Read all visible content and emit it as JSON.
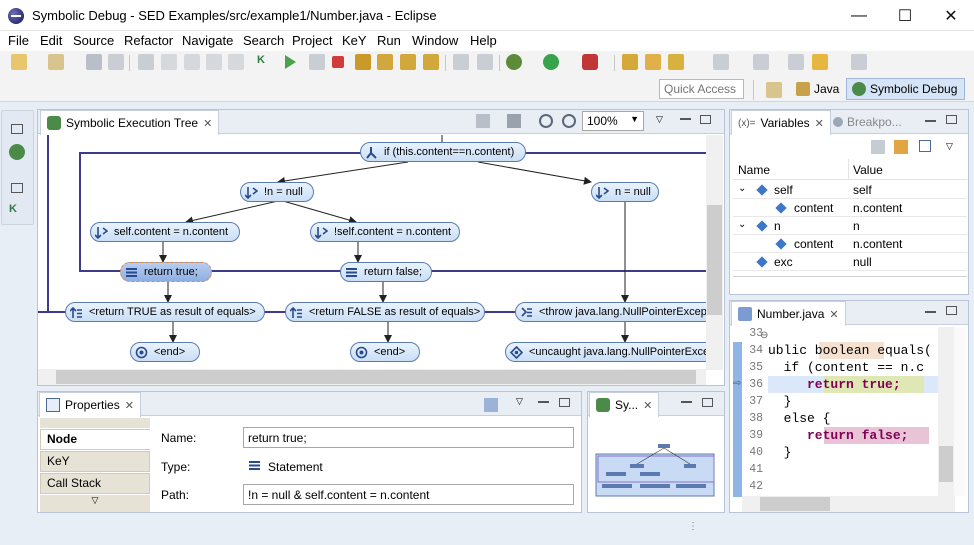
{
  "window": {
    "title": "Symbolic Debug - SED Examples/src/example1/Number.java - Eclipse",
    "minimize": "—",
    "maximize": "☐",
    "close": "✕"
  },
  "menu": [
    "File",
    "Edit",
    "Source",
    "Refactor",
    "Navigate",
    "Search",
    "Project",
    "KeY",
    "Run",
    "Window",
    "Help"
  ],
  "toolbar": {
    "quick_access_placeholder": "Quick Access",
    "perspectives": [
      "Java",
      "Symbolic Debug"
    ]
  },
  "tree_view": {
    "tab_label": "Symbolic Execution Tree",
    "zoom": "100%",
    "nodes": {
      "if": "if (this.content==n.content)",
      "n_not_null": "!n = null",
      "n_null": "n = null",
      "self_eq": "self.content = n.content",
      "self_neq": "!self.content = n.content",
      "ret_true": "return true;",
      "ret_false": "return false;",
      "ret_true_eq": "<return TRUE as result of equals>",
      "ret_false_eq": "<return FALSE as result of equals>",
      "throw": "<throw java.lang.NullPointerException>",
      "end1": "<end>",
      "end2": "<end>",
      "uncaught": "<uncaught java.lang.NullPointerException>"
    }
  },
  "variables_view": {
    "tabs": [
      "Variables",
      "Breakpo..."
    ],
    "columns": [
      "Name",
      "Value"
    ],
    "rows": [
      {
        "name": "self",
        "value": "self",
        "depth": 0,
        "expanded": true
      },
      {
        "name": "content",
        "value": "n.content",
        "depth": 1
      },
      {
        "name": "n",
        "value": "n",
        "depth": 0,
        "expanded": true
      },
      {
        "name": "content",
        "value": "n.content",
        "depth": 1
      },
      {
        "name": "exc",
        "value": "null",
        "depth": 0
      }
    ]
  },
  "editor": {
    "tab_label": "Number.java",
    "line_numbers": [
      "33",
      "34",
      "35",
      "36",
      "37",
      "38",
      "39",
      "40",
      "41",
      "42"
    ],
    "lines": [
      "",
      "ublic boolean equals(",
      "  if (content == n.c",
      "     return true;",
      "  }",
      "  else {",
      "     return false;",
      "  }",
      "",
      ""
    ]
  },
  "properties_view": {
    "tab_label": "Properties",
    "tabs": [
      "Node",
      "KeY",
      "Call Stack"
    ],
    "fields": {
      "name_label": "Name:",
      "name_value": "return true;",
      "type_label": "Type:",
      "type_value": "Statement",
      "path_label": "Path:",
      "path_value": "!n = null & self.content = n.content"
    }
  },
  "outline_view": {
    "tab_label": "Sy..."
  }
}
